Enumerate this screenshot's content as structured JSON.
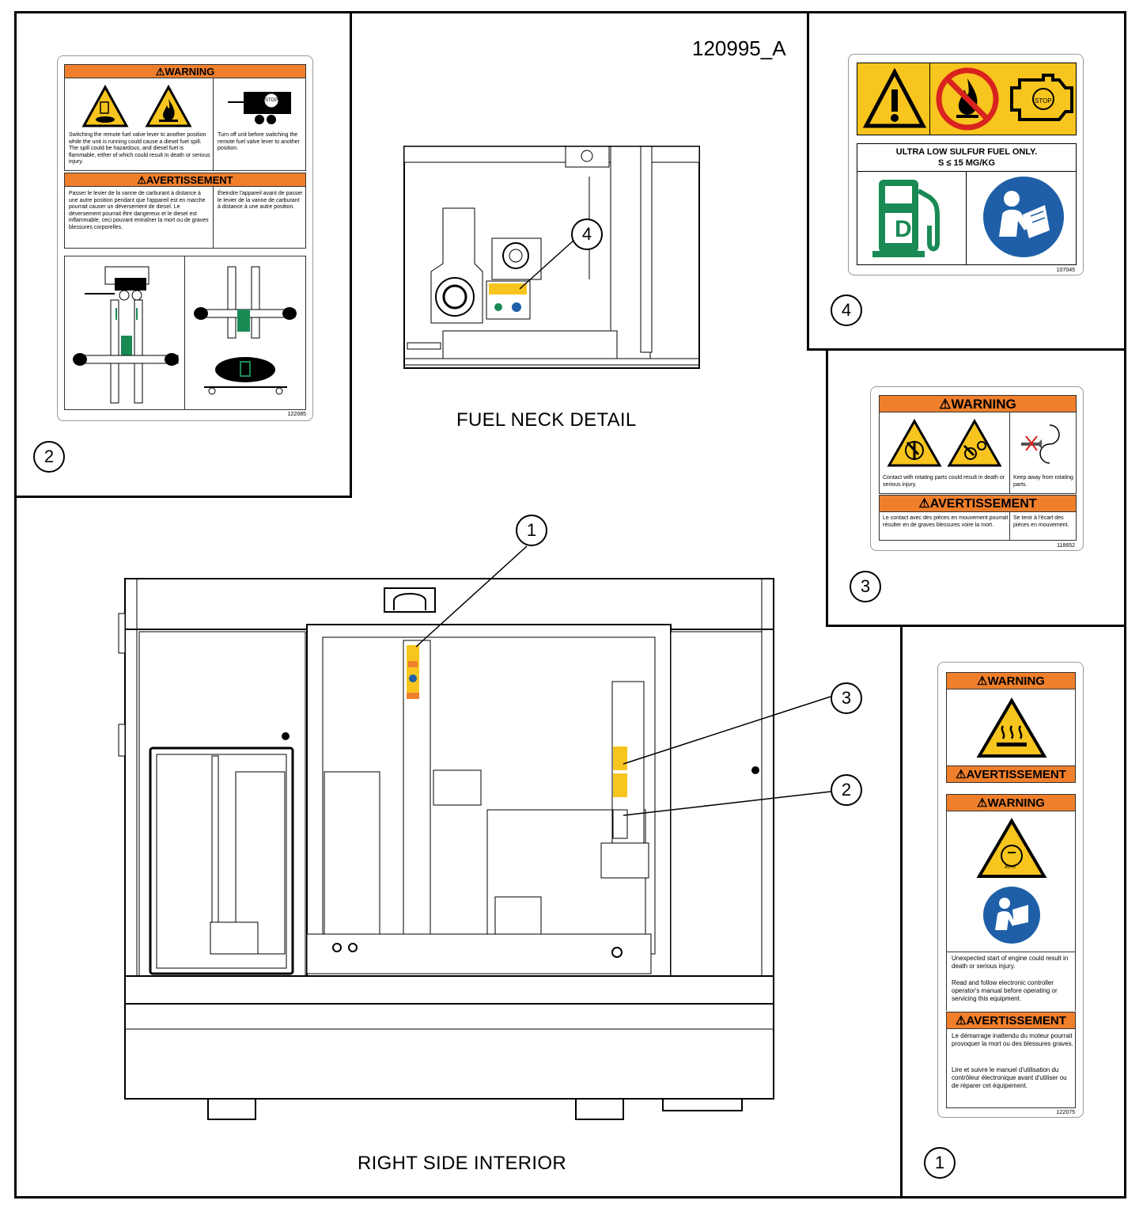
{
  "drawing_id": "120995_A",
  "views": {
    "fuel_neck": "FUEL NECK DETAIL",
    "right_side": "RIGHT SIDE INTERIOR"
  },
  "callouts": [
    "1",
    "2",
    "3",
    "4"
  ],
  "label_2": {
    "warning": "WARNING",
    "avertissement": "AVERTISSEMENT",
    "en_left": "Switching the remote fuel valve lever to another position while the unit is running could cause a diesel fuel spill.  The spill could be hazardous, and diesel fuel is flammable, either of which could result in death or serious injury.",
    "en_right": "Turn off unit before switching the remote fuel valve lever to another position.",
    "fr_left": "Passer le levier de la vanne de carburant à distance à une autre position pendant que l'appareil est en marche pourrait causer un déversement de diesel.  Le déversement pourrait être dangereux et le diesel est inflammable, ceci pouvant entraîner la mort ou de graves blessures corporelles.",
    "fr_right": "Éteindre l'appareil avant de passer le levier de la vanne de carburant à distance à une autre position.",
    "stop": "STOP",
    "code": "122085"
  },
  "label_4": {
    "stop": "STOP",
    "line1": "ULTRA LOW SULFUR FUEL ONLY.",
    "line2": "S ≤ 15 MG/KG",
    "d": "D",
    "code": "107045"
  },
  "label_3": {
    "warning": "WARNING",
    "avertissement": "AVERTISSEMENT",
    "en_left": "Contact with rotating parts could result in death or serious injury.",
    "en_right": "Keep away from rotating parts.",
    "fr_left": "Le contact avec des pièces en mouvement pourrait résulter en de graves blessures voire la mort.",
    "fr_right": "Se tenir à l'écart des pièces en mouvement.",
    "code": "118652"
  },
  "label_1": {
    "warning": "WARNING",
    "avertissement": "AVERTISSEMENT",
    "auto": "AUTO",
    "en1": "Unexpected start of engine could result in death or serious injury.",
    "en2": "Read and follow electronic controller operator's manual before operating or servicing this equipment.",
    "fr1": "Le démarrage inattendu du moteur pourrait provoquer la mort ou des blessures graves.",
    "fr2": "Lire et suivre le manuel d'utilisation du contrôleur électronique avant d'utiliser ou de réparer cet équipement.",
    "code": "122075"
  },
  "colors": {
    "orange": "#f07f2c",
    "yellow": "#f7c51e",
    "green": "#1a8a55",
    "blue": "#1f5fa8",
    "red": "#d9231f"
  }
}
